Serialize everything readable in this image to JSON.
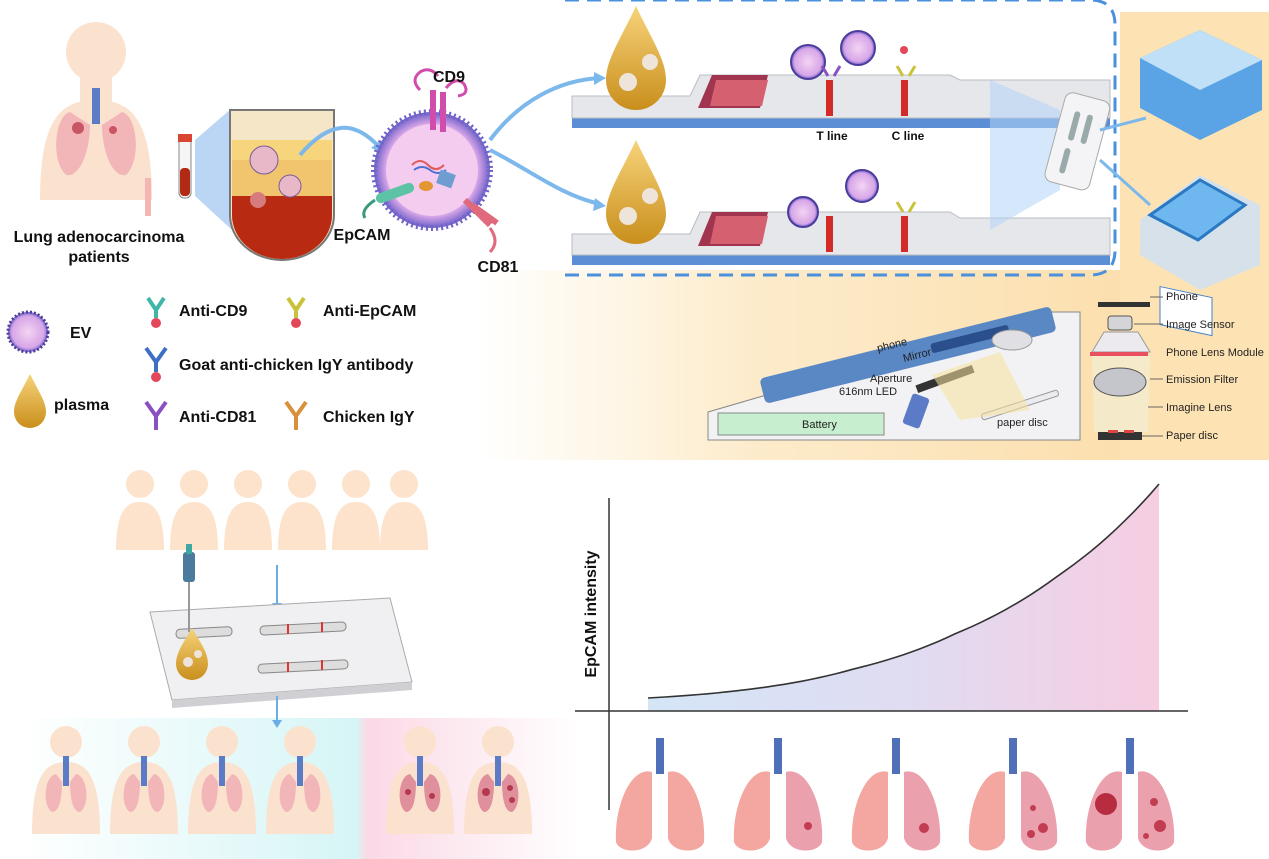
{
  "patient": {
    "label_line1": "Lung adenocarcinoma",
    "label_line2": "patients"
  },
  "vesicle": {
    "cd9": "CD9",
    "epcam": "EpCAM",
    "cd81": "CD81"
  },
  "strip": {
    "t_line": "T line",
    "c_line": "C line"
  },
  "legend": {
    "ev": "EV",
    "plasma": "plasma",
    "anti_cd9": "Anti-CD9",
    "anti_epcam": "Anti-EpCAM",
    "goat_igy": "Goat anti-chicken IgY antibody",
    "anti_cd81": "Anti-CD81",
    "chicken_igy": "Chicken IgY",
    "colors": {
      "anti_cd9": "#3fb7a8",
      "anti_epcam": "#c9c23a",
      "goat_igy": "#3f6fc4",
      "anti_cd81": "#8a4fc0",
      "chicken_igy": "#d9903a",
      "probe": "#e2475a"
    }
  },
  "device": {
    "phone": "phone",
    "mirror": "Mirror",
    "aperture": "Aperture",
    "led": "616nm LED",
    "battery": "Battery",
    "paper_disc": "paper disc"
  },
  "optics": {
    "phone": "Phone",
    "image_sensor": "Image Sensor",
    "phone_lens_module": "Phone Lens Module",
    "emission_filter": "Emission Filter",
    "imagine_lens": "Imagine Lens",
    "paper_disc": "Paper disc"
  },
  "chart": {
    "ylabel": "EpCAM intensity"
  },
  "chart_data": {
    "type": "area",
    "title": "",
    "xlabel": "",
    "ylabel": "EpCAM intensity",
    "x": [
      0,
      0.2,
      0.4,
      0.6,
      0.8,
      1.0
    ],
    "values": [
      0.03,
      0.07,
      0.16,
      0.32,
      0.58,
      1.0
    ],
    "grid": false,
    "legend": "none"
  }
}
